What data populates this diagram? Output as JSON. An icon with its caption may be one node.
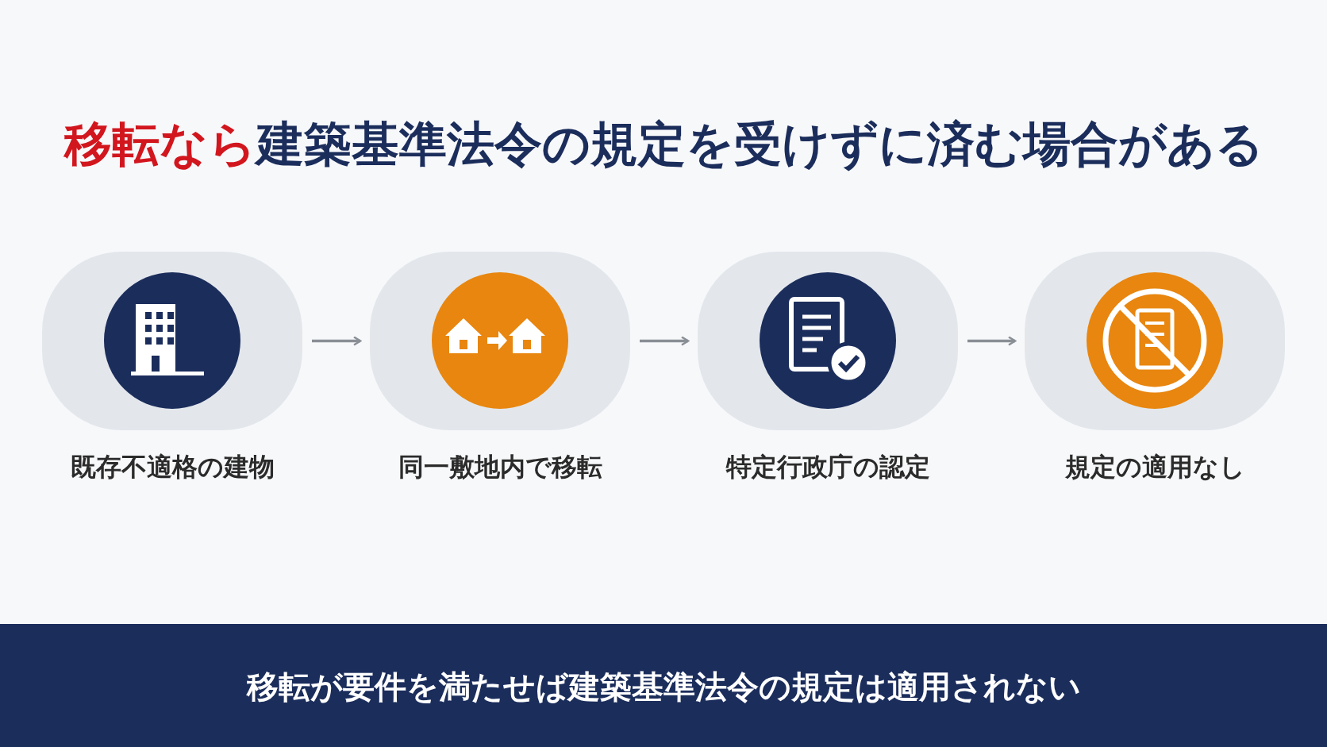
{
  "diagram": {
    "title": "**移転なら**建築基準法令の規定を受けずに済む場合がある",
    "nodes": [
      {
        "text": [
          "既存不適格の建物"
        ]
      },
      {
        "text": [
          "同一敷地内で移転"
        ]
      },
      {
        "text": [
          "特定行政庁の認定"
        ]
      },
      {
        "text": [
          "規定の適用なし"
        ]
      }
    ],
    "edges": [
      {
        "from": 0,
        "to": 1,
        "arrow": "to"
      },
      {
        "from": 1,
        "to": 2,
        "arrow": "to"
      },
      {
        "from": 2,
        "to": 3,
        "arrow": "to"
      }
    ],
    "labels": [
      "移転が要件を満たせば建築基準法令の規定は適用されない"
    ]
  }
}
